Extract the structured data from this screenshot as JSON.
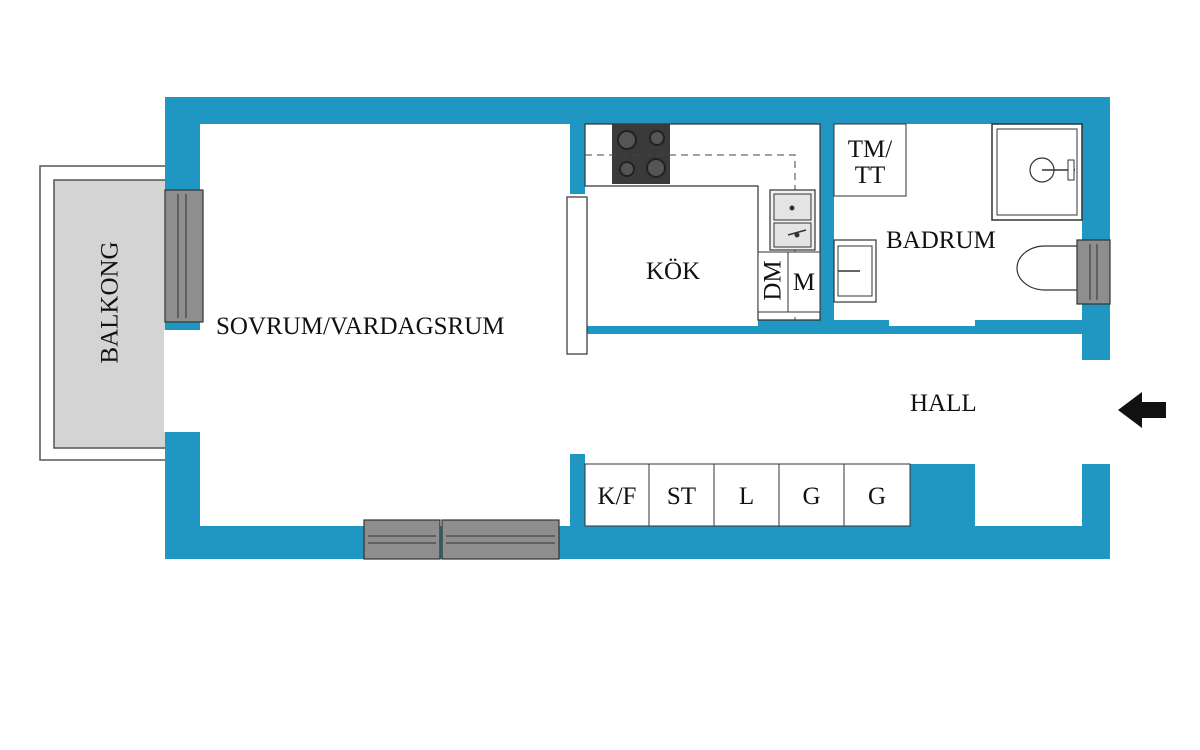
{
  "colors": {
    "wall": "#1f97c2",
    "room_floor": "#ffffff",
    "balcony_fill": "#d4d4d4",
    "window_fill": "#8e8e8e",
    "outline": "#222222",
    "stove": "#3a3a3a"
  },
  "rooms": {
    "balcony": "BALKONG",
    "living": "SOVRUM/VARDAGSRUM",
    "kitchen": "KÖK",
    "bathroom": "BADRUM",
    "hall": "HALL"
  },
  "fixtures": {
    "washer_dryer": "TM/\nTT",
    "dishwasher": "DM",
    "microwave": "M"
  },
  "closets": [
    "K/F",
    "ST",
    "L",
    "G",
    "G"
  ],
  "icons": {
    "entrance": "entrance-arrow-icon"
  }
}
